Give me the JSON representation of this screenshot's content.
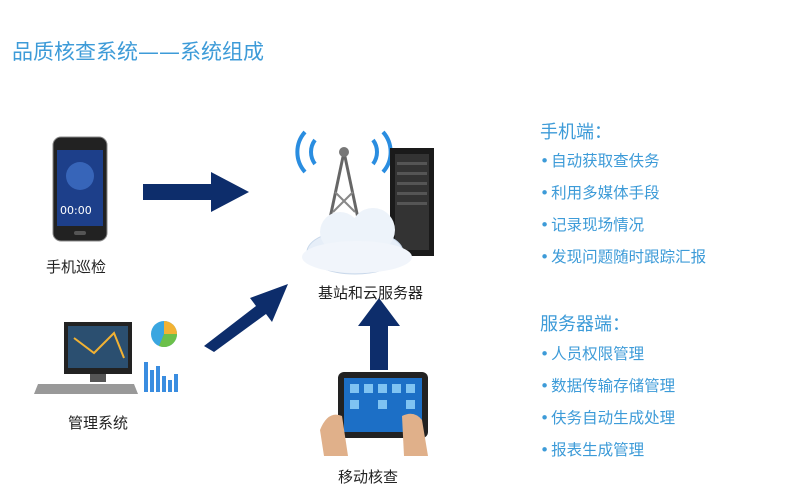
{
  "title": "品质核查系统——系统组成",
  "nodes": {
    "phone": "手机巡检",
    "server": "基站和云服务器",
    "management": "管理系统",
    "mobile": "移动核查"
  },
  "phone_screen_time": "00:00",
  "mobile_side": {
    "heading": "手机端：",
    "items": [
      "自动获取查伕务",
      "利用多媒体手段",
      "记录现场情况",
      "发现问题随时跟踪汇报"
    ]
  },
  "server_side": {
    "heading": "服务器端：",
    "items": [
      "人员权限管理",
      "数据传输存储管理",
      "伕务自动生成处理",
      "报表生成管理"
    ]
  },
  "colors": {
    "accent": "#3d9bd8",
    "arrow": "#0d2d6b"
  }
}
